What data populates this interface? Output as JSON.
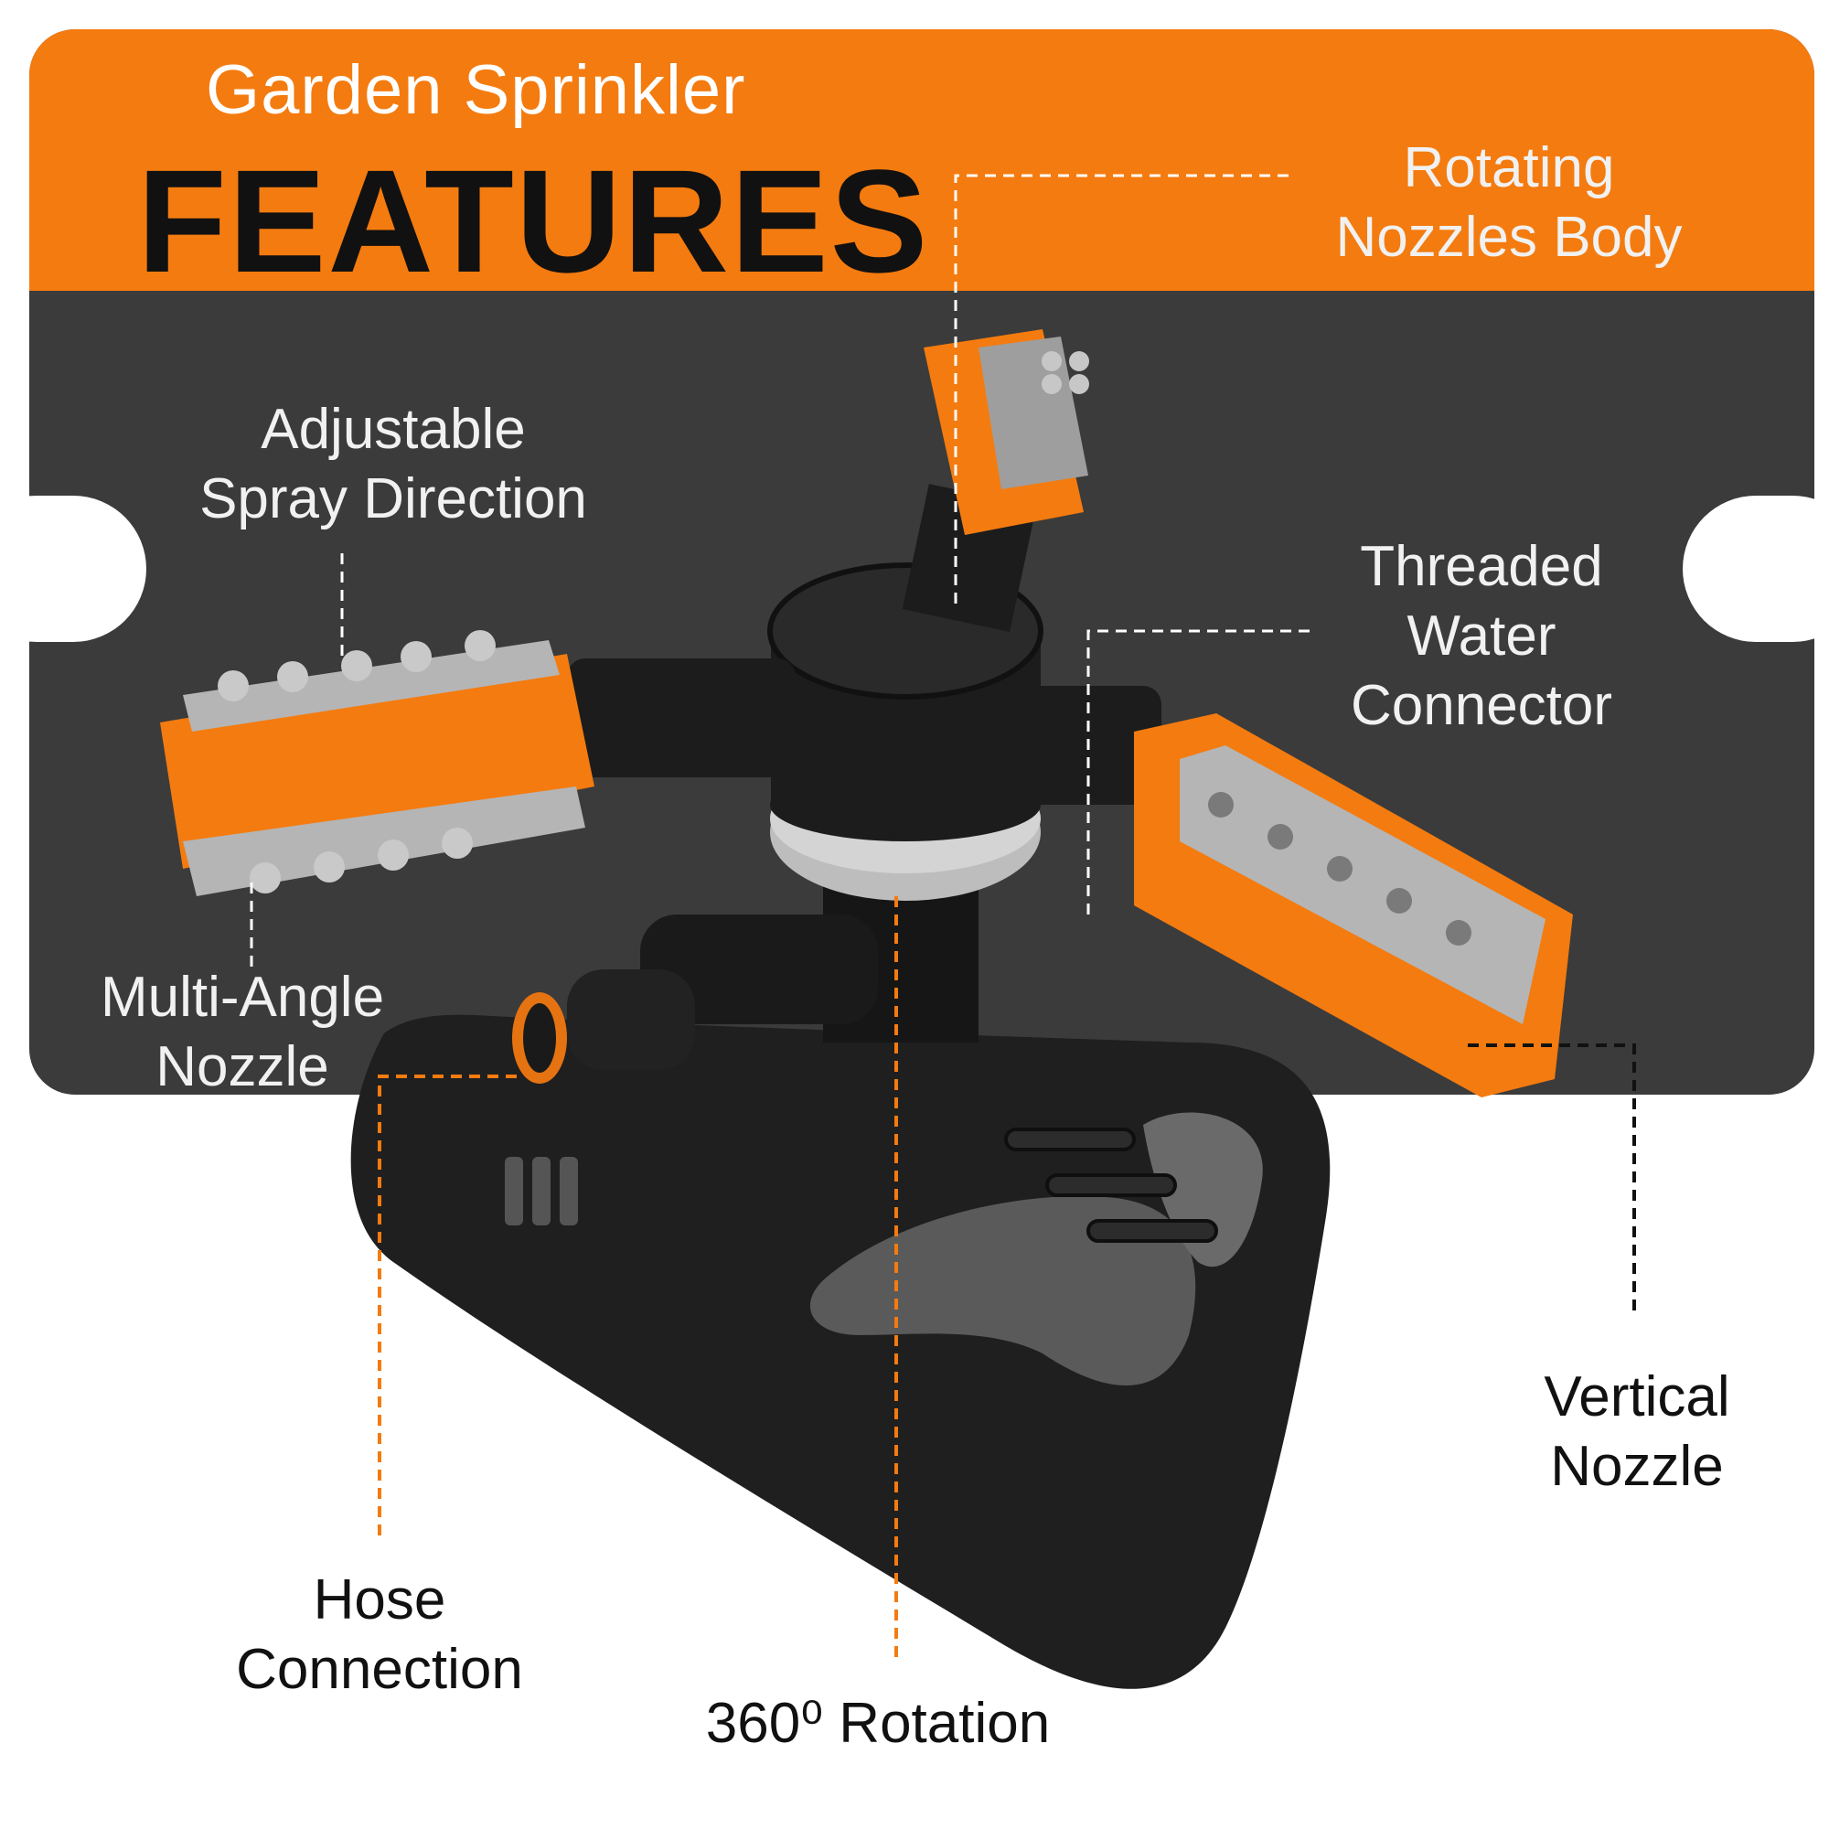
{
  "header": {
    "subtitle": "Garden Sprinkler",
    "title": "FEATURES"
  },
  "features": {
    "rotating_nozzles_body": "Rotating\nNozzles Body",
    "adjustable_spray_direction": "Adjustable\nSpray Direction",
    "threaded_water_connector": "Threaded\nWater\nConnector",
    "multi_angle_nozzle": "Multi-Angle\nNozzle",
    "vertical_nozzle": "Vertical\nNozzle",
    "hose_connection": "Hose\nConnection",
    "rotation": "360⁰ Rotation"
  },
  "colors": {
    "accent_orange": "#f47b0f",
    "panel_dark": "#3b3b3b",
    "product_black": "#1e1e1e",
    "nozzle_gray": "#a9a9a9"
  }
}
